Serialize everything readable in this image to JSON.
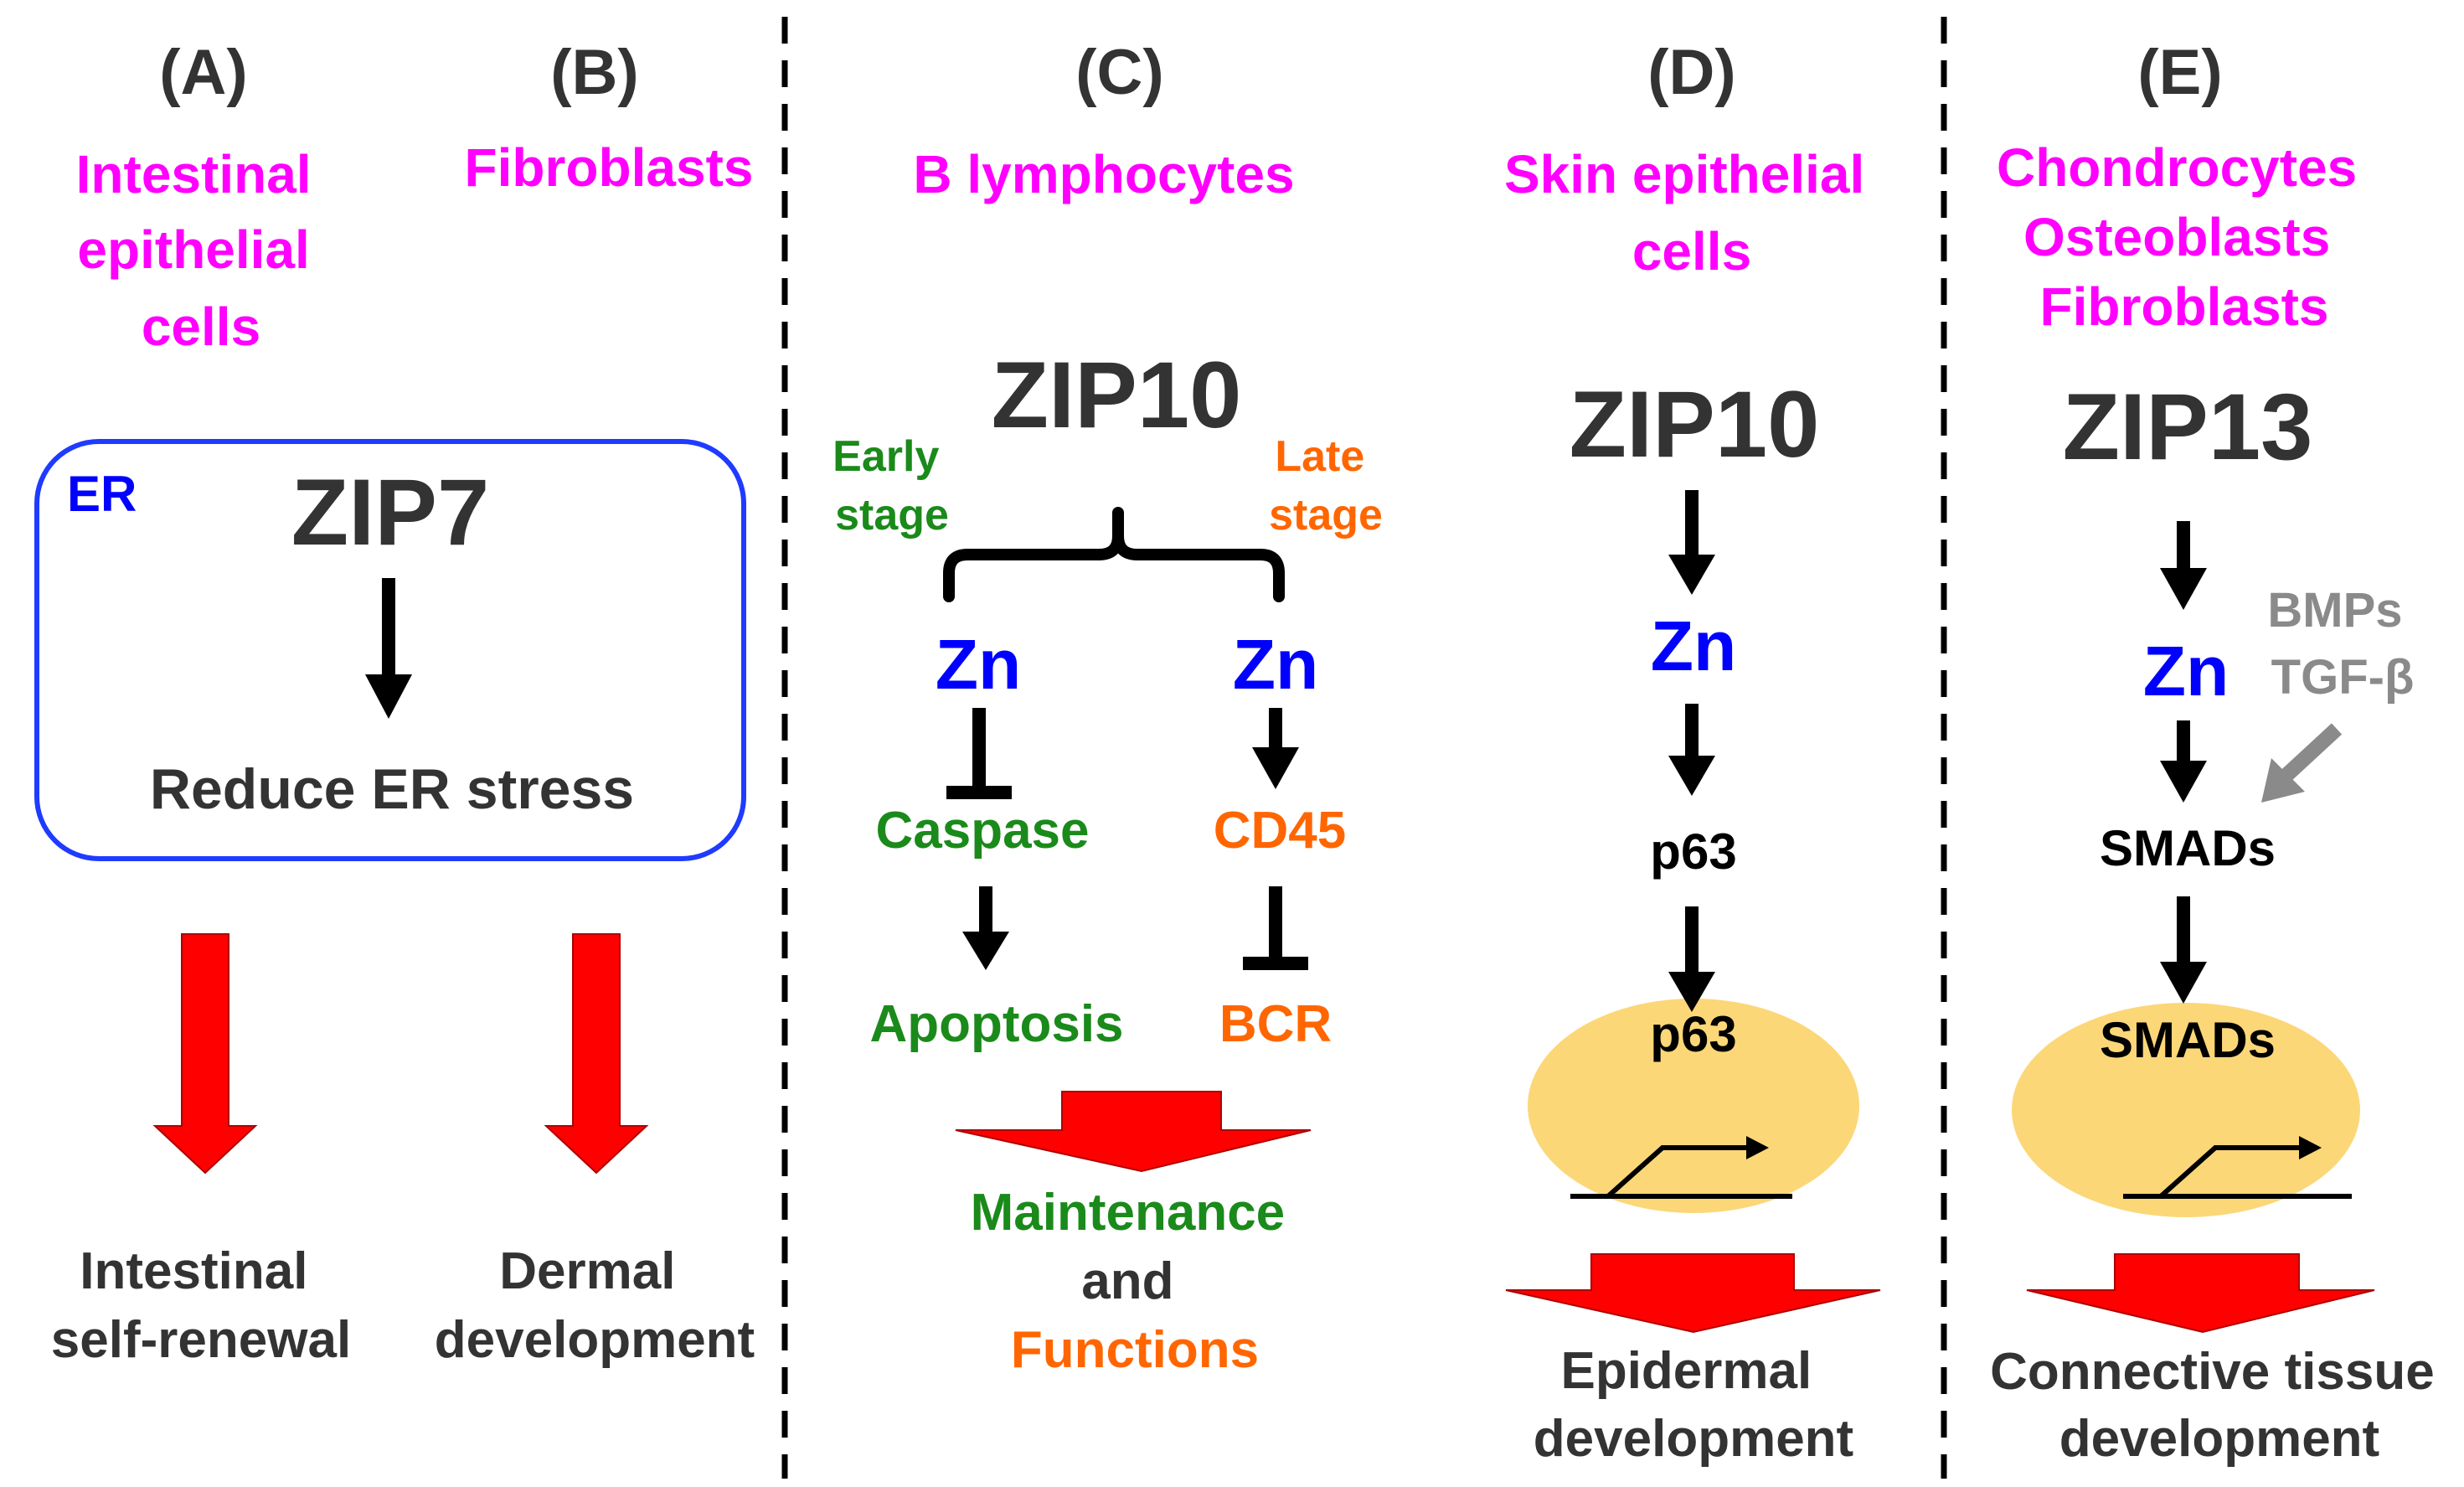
{
  "colors": {
    "magenta": "#ff00ff",
    "blue": "#0000ff",
    "green": "#1a8a1a",
    "orange": "#ff6600",
    "red": "#ff0000",
    "gray": "#8a8a8a",
    "dark": "#333333",
    "nucleus": "#fcd778"
  },
  "panelA": {
    "letter": "(A)",
    "cell_line1": "Intestinal",
    "cell_line2": "epithelial",
    "cell_line3": "cells",
    "out_line1": "Intestinal",
    "out_line2": "self-renewal"
  },
  "panelB": {
    "letter": "(B)",
    "cell": "Fibroblasts",
    "out_line1": "Dermal",
    "out_line2": "development"
  },
  "er_box": {
    "tag": "ER",
    "protein": "ZIP7",
    "effect": "Reduce ER stress"
  },
  "panelC": {
    "letter": "(C)",
    "cell": "B lymphocytes",
    "protein": "ZIP10",
    "early_line1": "Early",
    "early_line2": "stage",
    "late_line1": "Late",
    "late_line2": "stage",
    "zn_left": "Zn",
    "zn_right": "Zn",
    "caspase": "Caspase",
    "cd45": "CD45",
    "apoptosis": "Apoptosis",
    "bcr": "BCR",
    "out_line1": "Maintenance",
    "out_line2": "and",
    "out_line3": "Functions"
  },
  "panelD": {
    "letter": "(D)",
    "cell_line1": "Skin epithelial",
    "cell_line2": "cells",
    "protein": "ZIP10",
    "zn": "Zn",
    "p63_cyto": "p63",
    "p63_nuc": "p63",
    "out_line1": "Epidermal",
    "out_line2": "development"
  },
  "panelE": {
    "letter": "(E)",
    "cell_line1": "Chondrocytes",
    "cell_line2": "Osteoblasts",
    "cell_line3": "Fibroblasts",
    "protein": "ZIP13",
    "zn": "Zn",
    "bmps": "BMPs",
    "tgf": "TGF-β",
    "smads_cyto": "SMADs",
    "smads_nuc": "SMADs",
    "out_line1": "Connective tissue",
    "out_line2": "development"
  }
}
